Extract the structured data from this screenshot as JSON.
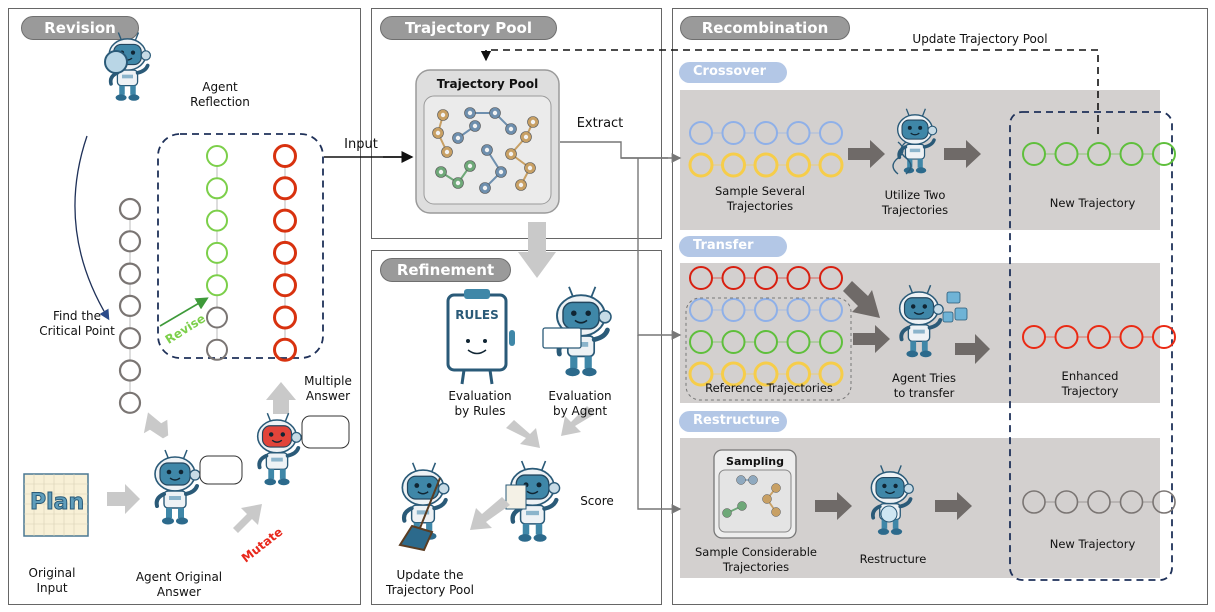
{
  "panels": {
    "revision": {
      "title": "Revision",
      "labels": {
        "agent_reflection": [
          "Agent",
          "Reflection"
        ],
        "find_critical_point": [
          "Find the",
          "Critical Point"
        ],
        "revise": "Revise",
        "multiple_answer": [
          "Multiple",
          "Answer"
        ],
        "original_input": [
          "Original",
          "Input"
        ],
        "agent_original_answer": [
          "Agent Original",
          "Answer"
        ],
        "mutate": "Mutate",
        "plan_card": "Plan"
      },
      "columns": {
        "original": {
          "count": 7,
          "color": "#7a7573"
        },
        "revised": {
          "green_count": 5,
          "gray_count": 2,
          "green": "#7ccf4a",
          "gray": "#7a7573"
        },
        "mutated": {
          "count": 7,
          "color": "#d8320f"
        }
      }
    },
    "trajectory_pool": {
      "title": "Trajectory Pool",
      "box_title": "Trajectory Pool",
      "input_label": "Input",
      "extract_label": "Extract"
    },
    "refinement": {
      "title": "Refinement",
      "labels": {
        "rules_board": "RULES",
        "evaluation_rules": [
          "Evaluation",
          "by Rules"
        ],
        "evaluation_agent": [
          "Evaluation",
          "by Agent"
        ],
        "score": "Score",
        "update_pool": [
          "Update the",
          "Trajectory Pool"
        ]
      }
    },
    "recombination": {
      "title": "Recombination",
      "update_label": "Update Trajectory Pool",
      "crossover": {
        "title": "Crossover",
        "sample_label": [
          "Sample Several",
          "Trajectories"
        ],
        "utilize_label": [
          "Utilize Two",
          "Trajectories"
        ],
        "output_label": "New Trajectory",
        "rows": [
          {
            "color": "#8fb0e8",
            "count": 5
          },
          {
            "color": "#f6cd4a",
            "count": 5
          }
        ],
        "output": {
          "color": "#5fbf3c",
          "count": 5
        }
      },
      "transfer": {
        "title": "Transfer",
        "reference_label": "Reference Trajectories",
        "agent_label": [
          "Agent Tries",
          "to transfer"
        ],
        "output_label": [
          "Enhanced",
          "Trajectory"
        ],
        "target_row": {
          "color": "#d81f10",
          "count": 5
        },
        "reference_rows": [
          {
            "color": "#8fb0e8",
            "count": 5
          },
          {
            "color": "#5fbf3c",
            "count": 5
          },
          {
            "color": "#f6cd4a",
            "count": 5
          }
        ],
        "output": {
          "color": "#ea2a14",
          "count": 5
        }
      },
      "restructure": {
        "title": "Restructure",
        "sampling_box_title": "Sampling",
        "sample_label": [
          "Sample Considerable",
          "Trajectories"
        ],
        "agent_label": "Restructure",
        "output_label": "New Trajectory",
        "output": {
          "color": "#7a7573",
          "count": 5
        }
      }
    }
  },
  "colors": {
    "panel_border": "#666666",
    "pill_fill": "#9a9a9a",
    "subpill_fill": "#b3c7e6",
    "band_fill": "#d3d0cf",
    "dashed_navy": "#1f3159",
    "robot_blue": "#3f87a8",
    "robot_red": "#e2443a",
    "arrow_light": "#c9c9c9",
    "arrow_dark": "#6f6a68"
  }
}
